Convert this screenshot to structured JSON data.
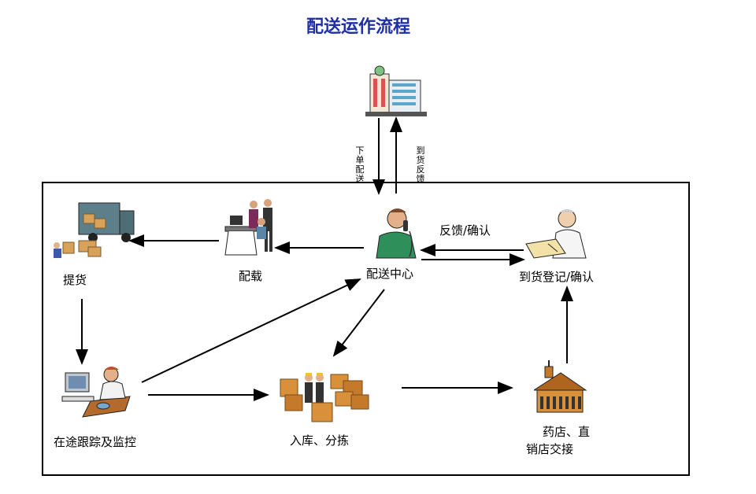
{
  "title": "配送运作流程",
  "labels": {
    "order": "下单配送",
    "arrival_feedback": "到货反馈",
    "feedback_confirm": "反馈/确认",
    "pickup": "提货",
    "loading": "配载",
    "dispatch_center": "配送中心",
    "arrival_register": "到货登记/确认",
    "tracking": "在途跟踪及监控",
    "warehousing": "入库、分拣",
    "handover_line1": "药店、直",
    "handover_line2": "销店交接"
  }
}
